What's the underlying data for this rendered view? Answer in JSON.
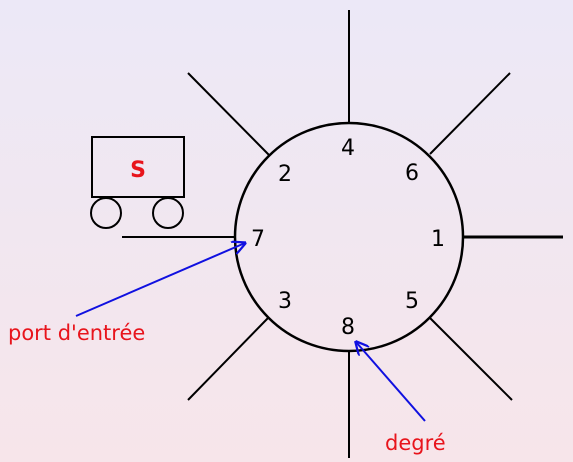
{
  "wagon": {
    "label": "S"
  },
  "ports": [
    "4",
    "6",
    "1",
    "5",
    "8",
    "3",
    "7",
    "2"
  ],
  "annotations": {
    "entry_port": "port d'entrée",
    "degree": "degré"
  },
  "colors": {
    "annotation_text": "#e8141c",
    "arrow": "#1010e0",
    "line": "#000000"
  }
}
